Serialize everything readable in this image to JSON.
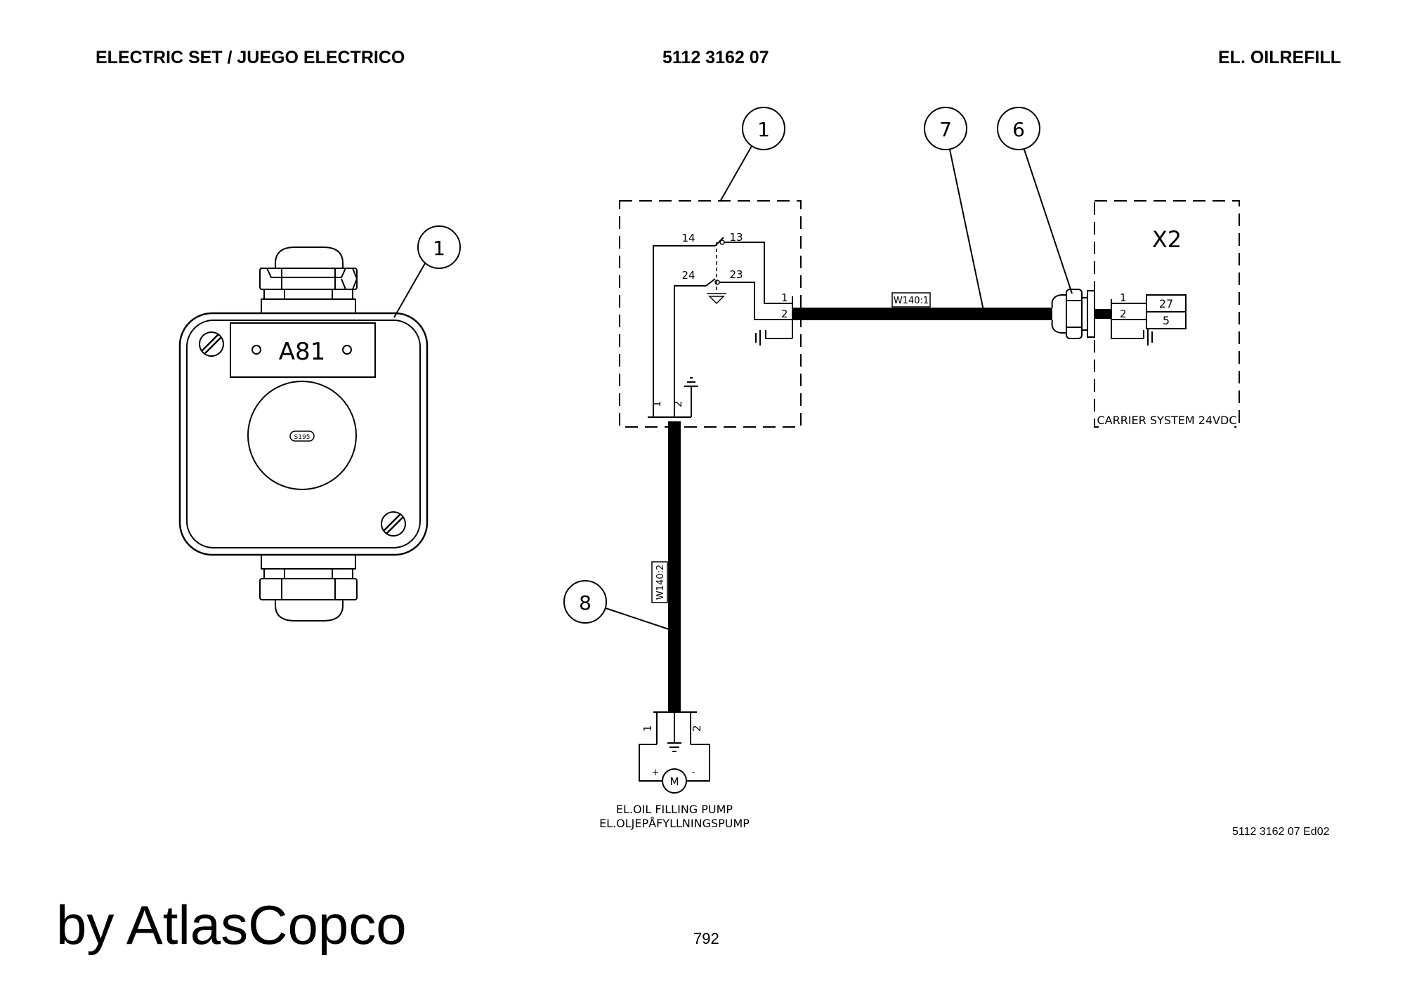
{
  "header": {
    "left": "ELECTRIC SET / JUEGO ELECTRICO",
    "center": "5112 3162 07",
    "right": "EL. OILREFILL"
  },
  "device": {
    "label": "A81",
    "button_label": "S195",
    "callout": "1"
  },
  "schematic": {
    "callouts": {
      "switch": "1",
      "cable_7": "7",
      "gland_6": "6",
      "cable_8": "8"
    },
    "contacts": {
      "c14": "14",
      "c13": "13",
      "c24": "24",
      "c23": "23"
    },
    "terminals": {
      "t1": "1",
      "t2": "2"
    },
    "cable_w1": "W140:1",
    "cable_w2": "W140:2",
    "connector_title": "X2",
    "connector_pins": [
      "27",
      "5"
    ],
    "connector_caption": "CARRIER SYSTEM 24VDC",
    "motor": {
      "symbol": "M",
      "plus": "+",
      "minus": "-"
    },
    "pump_label_1": "EL.OIL FILLING PUMP",
    "pump_label_2": "EL.OLJEPÅFYLLNINGSPUMP"
  },
  "footer": {
    "edition": "5112 3162 07 Ed02",
    "brand": "by AtlasCopco",
    "page_number": "792"
  }
}
